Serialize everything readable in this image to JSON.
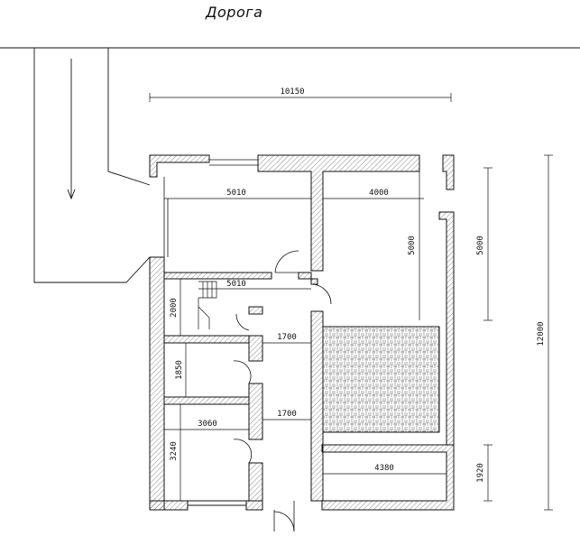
{
  "road_label": "Дорога",
  "dimensions": {
    "overall_width": "10150",
    "overall_height": "12000",
    "garage_width": "5010",
    "room_width": "4000",
    "room_depth_inner": "5000",
    "room_depth_outer": "5000",
    "stair_width": "5010",
    "stair_height": "2000",
    "corridor_upper": "1700",
    "bath_height": "1850",
    "corridor_lower": "1700",
    "bedroom_width": "3060",
    "bedroom_height": "3240",
    "terrace_width": "4380",
    "terrace_depth": "1920"
  },
  "colors": {
    "line": "#111111",
    "hatch": "#555555"
  }
}
